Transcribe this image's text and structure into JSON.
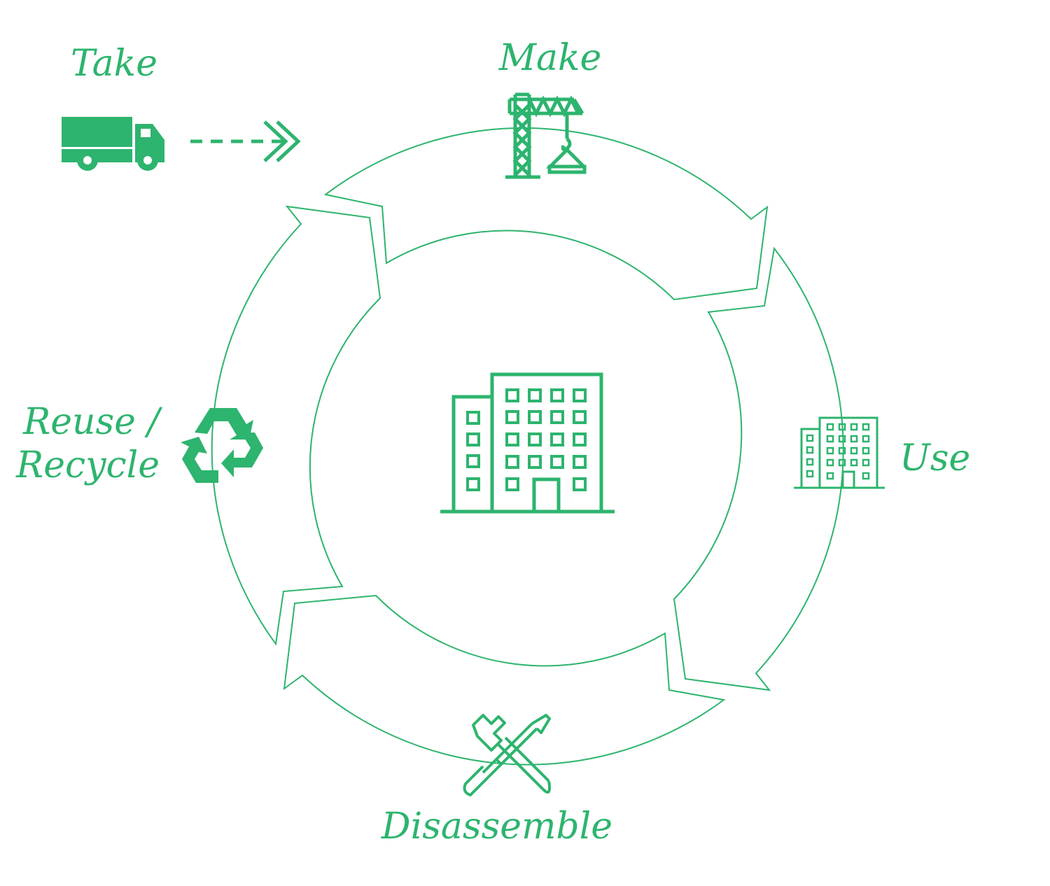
{
  "colors": {
    "accent": "#2db46e",
    "background": "#ffffff"
  },
  "stages": {
    "take": {
      "label": "Take",
      "icon": "truck-icon"
    },
    "make": {
      "label": "Make",
      "icon": "crane-icon"
    },
    "use": {
      "label": "Use",
      "icon": "building-small-icon"
    },
    "disassemble": {
      "label": "Disassemble",
      "icon": "tools-icon"
    },
    "reuse": {
      "label_line1": "Reuse /",
      "label_line2": "Recycle",
      "icon": "recycle-icon"
    }
  },
  "center": {
    "icon": "building-icon"
  }
}
